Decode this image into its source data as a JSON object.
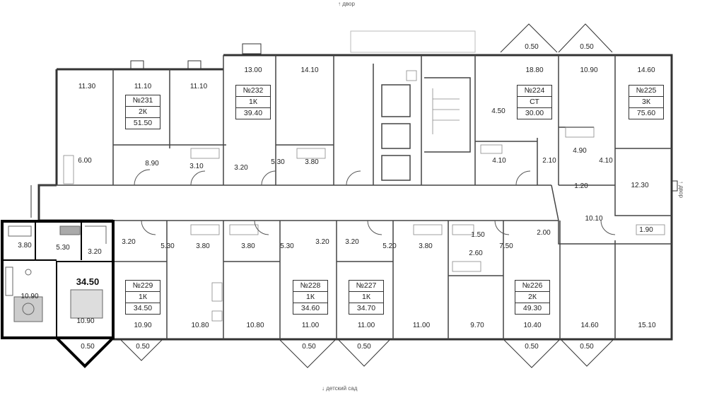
{
  "directions": {
    "top": "↑ двор",
    "bottom": "↓ детский сад",
    "right": "↑ двор"
  },
  "selected_area": "34.50",
  "apartments": [
    {
      "id": "229",
      "num": "№229",
      "type": "1К",
      "area": "34.50"
    },
    {
      "id": "231",
      "num": "№231",
      "type": "2К",
      "area": "51.50"
    },
    {
      "id": "232",
      "num": "№232",
      "type": "1К",
      "area": "39.40"
    },
    {
      "id": "224",
      "num": "№224",
      "type": "СТ",
      "area": "30.00"
    },
    {
      "id": "225",
      "num": "№225",
      "type": "3К",
      "area": "75.60"
    },
    {
      "id": "228",
      "num": "№228",
      "type": "1К",
      "area": "34.60"
    },
    {
      "id": "227",
      "num": "№227",
      "type": "1К",
      "area": "34.70"
    },
    {
      "id": "226",
      "num": "№226",
      "type": "2К",
      "area": "49.30"
    }
  ],
  "room_labels": [
    "0.50",
    "0.50",
    "11.30",
    "11.10",
    "11.10",
    "13.00",
    "14.10",
    "18.80",
    "10.90",
    "14.60",
    "4.50",
    "6.00",
    "8.90",
    "3.10",
    "3.20",
    "5.30",
    "3.80",
    "4.10",
    "2.10",
    "4.90",
    "4.10",
    "1.20",
    "12.30",
    "10.10",
    "1.90",
    "3.80",
    "5.30",
    "3.20",
    "3.20",
    "5.30",
    "3.80",
    "3.80",
    "5.30",
    "3.20",
    "3.20",
    "5.20",
    "3.80",
    "1.50",
    "2.60",
    "7.50",
    "2.00",
    "10.90",
    "10.90",
    "10.90",
    "10.80",
    "10.80",
    "11.00",
    "11.00",
    "11.00",
    "9.70",
    "10.40",
    "14.60",
    "15.10",
    "0.50",
    "0.50",
    "0.50",
    "0.50",
    "0.50",
    "0.50"
  ]
}
